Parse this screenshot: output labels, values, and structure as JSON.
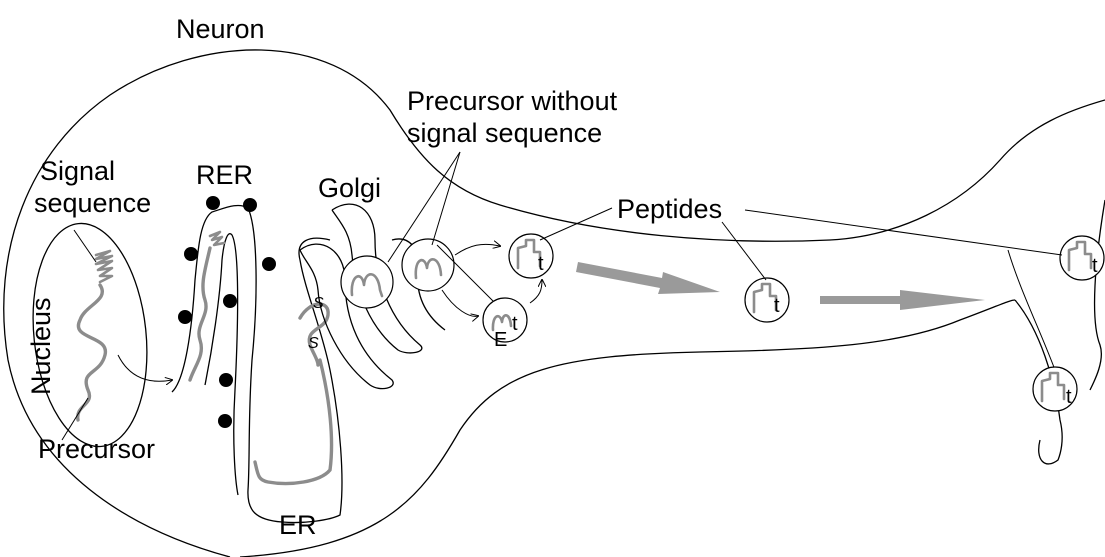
{
  "labels": {
    "neuron": "Neuron",
    "precursor_without": [
      "Precursor without",
      "signal sequence"
    ],
    "signal_sequence": [
      "Signal",
      "sequence"
    ],
    "rer": "RER",
    "golgi": "Golgi",
    "peptides": "Peptides",
    "nucleus": "Nucleus",
    "precursor": "Precursor",
    "er": "ER",
    "s_mark": "S",
    "e_mark": "E",
    "t_mark": "t"
  },
  "colors": {
    "peptide": "#8c8c8c",
    "outline": "#000000",
    "transport_arrow": "#9a9a9a"
  }
}
